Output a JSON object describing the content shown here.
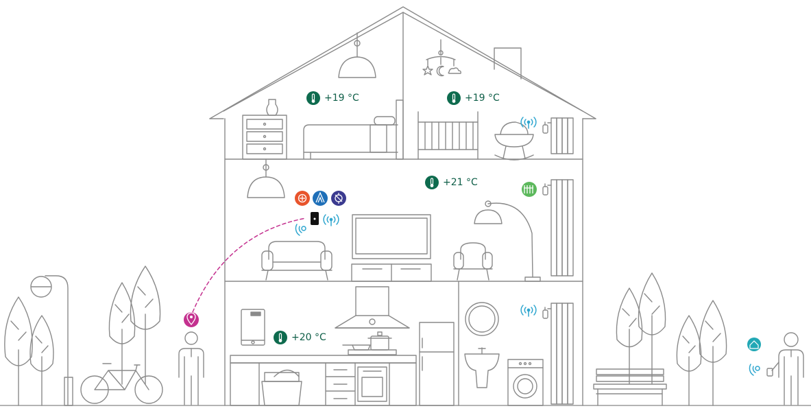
{
  "temperatures": {
    "attic_left": "+19 °C",
    "attic_right": "+19 °C",
    "living_room": "+21 °C",
    "kitchen": "+20 °C"
  },
  "colors": {
    "line": "#8a8a8a",
    "thermometer": "#0e6b4e",
    "temp_text": "#0e5e47",
    "wifi": "#2fa6cf",
    "location_pin": "#c4318f",
    "radiator_badge": "#5cb85c",
    "heat_badge": "#e8542c",
    "flame_badge": "#1e6fb8",
    "settings_badge": "#3b3a8f",
    "smart_home_badge": "#22a8b5"
  },
  "icons": {
    "thermometer": "thermometer-icon",
    "wifi": "wifi-signal-icon",
    "location": "location-pin-icon",
    "radiator": "radiator-badge-icon",
    "heating": "heating-badge-icon",
    "flame": "flame-badge-icon",
    "settings": "settings-badge-icon",
    "smart_home": "smart-home-icon"
  }
}
